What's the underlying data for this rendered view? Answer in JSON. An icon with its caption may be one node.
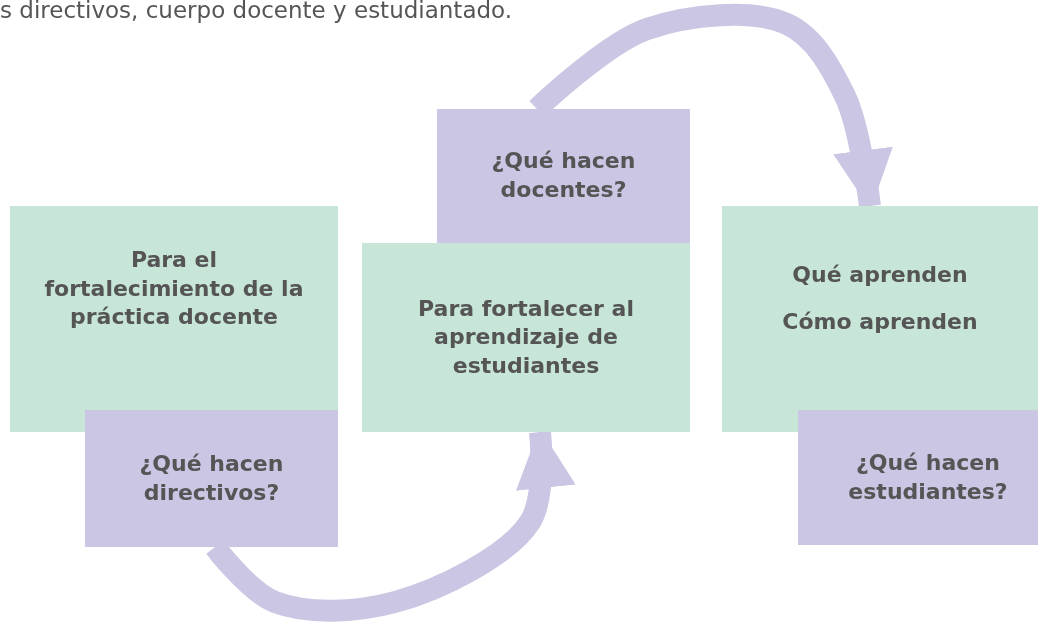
{
  "diagram": {
    "nodes": [
      {
        "text": [
          "Para el fortalecimiento de la práctica docente"
        ]
      },
      {
        "text": [
          "¿Qué hacen directivos?"
        ]
      },
      {
        "text": [
          "Para fortalecer al aprendizaje de estudiantes"
        ]
      },
      {
        "text": [
          "¿Qué hacen docentes?"
        ]
      },
      {
        "text": [
          "Qué aprenden",
          "Cómo aprenden"
        ]
      },
      {
        "text": [
          "¿Qué hacen estudiantes?"
        ]
      }
    ],
    "edges": [
      {
        "from": 1,
        "to": 2,
        "arrow": "to"
      },
      {
        "from": 3,
        "to": 4,
        "arrow": "to"
      }
    ],
    "labels": [
      "s directivos, cuerpo docente y estudiantado."
    ]
  }
}
